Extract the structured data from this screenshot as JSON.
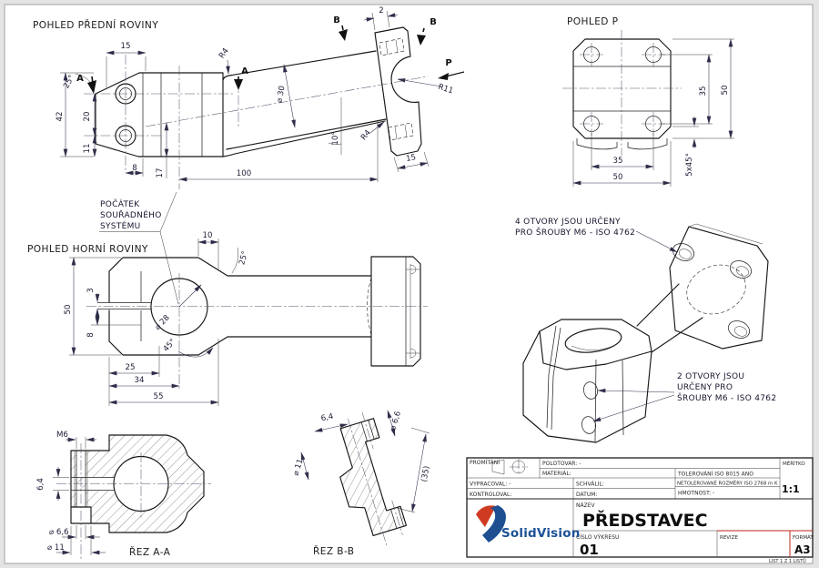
{
  "colors": {
    "accent_red": "#bb2418",
    "logo_red": "#cf3b21",
    "logo_blue": "#1d5296",
    "line": "#161616",
    "dim_text": "#1d1d38"
  },
  "views": {
    "front": {
      "title": "POHLED PŘEDNÍ ROVINY",
      "dim_15": "15",
      "dim_42": "42",
      "dim_20": "20",
      "dim_11": "11",
      "dim_8": "8",
      "dim_17": "17",
      "dim_100": "100",
      "dim_2": "2",
      "dim_15_flange": "15",
      "ang_25": "25°",
      "ang_10": "10°",
      "dia_30": "⌀ 30",
      "r4_a": "R4",
      "r4_b": "R4",
      "r11": "R11",
      "sec_a": "A",
      "sec_a2": "A",
      "sec_b": "B",
      "sec_b2": "B",
      "view_p": "P"
    },
    "pohled_p": {
      "title": "POHLED P",
      "dim_35_v": "35",
      "dim_50_v": "50",
      "dim_35_h": "35",
      "dim_50_h": "50",
      "chamfer": "5x45°"
    },
    "top": {
      "title": "POHLED HORNÍ ROVINY",
      "dim_50": "50",
      "dim_3": "3",
      "dim_8": "8",
      "dim_25": "25",
      "dim_34": "34",
      "dim_55": "55",
      "dim_10": "10",
      "ang_25": "25°",
      "ang_45": "45°",
      "dia_28": "⌀ 28"
    },
    "origin": {
      "l1": "POČÁTEK",
      "l2": "SOUŘADNÉHO",
      "l3": "SYSTÉMU"
    }
  },
  "sections": {
    "a": {
      "label": "ŘEZ A-A",
      "m6": "M6",
      "d64": "6,4",
      "d66": "⌀ 6,6",
      "d11": "⌀ 11"
    },
    "b": {
      "label": "ŘEZ B-B",
      "d64": "6,4",
      "d66": "⌀ 6,6",
      "d11": "⌀ 11",
      "d35": "(35)"
    }
  },
  "iso": {
    "note4_l1": "4 OTVORY JSOU URČENY",
    "note4_l2": "PRO ŠROUBY M6 - ISO 4762",
    "note2_l1": "2 OTVORY JSOU",
    "note2_l2": "URČENY PRO",
    "note2_l3": "ŠROUBY M6 - ISO 4762"
  },
  "title_block": {
    "promitani": "PROMÍTÁNÍ",
    "polotovar": "POLOTOVAR:  -",
    "material": "MATERIÁL:",
    "vypracoval": "VYPRACOVAL:  -",
    "kontroloval": "KONTROLOVAL:",
    "schvalil": "SCHVÁLIL:",
    "datum": "DATUM:",
    "tolerovani": "TOLEROVÁNÍ   ISO 8015   ANO",
    "netolerovane": "NETOLEROVANÉ ROZMĚRY ISO 2768 m K",
    "hmotnost": "HMOTNOST:   -",
    "meritko_label": "MĚŘÍTKO",
    "meritko": "1:1",
    "nazev_label": "NÁZEV",
    "nazev": "PŘEDSTAVEC",
    "cislo_label": "ČÍSLO VÝKRESU",
    "cislo": "01",
    "revize_label": "REVIZE",
    "format_label": "FORMÁT",
    "format": "A3",
    "list": "LIST 1 Z 1 LISTŮ",
    "logo": "SolidVision"
  }
}
